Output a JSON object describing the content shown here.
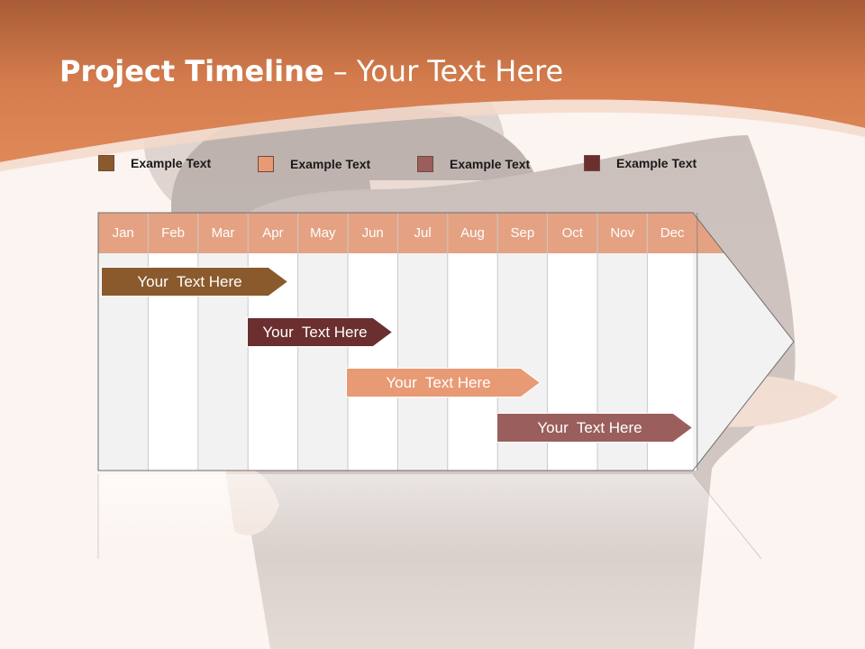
{
  "title": {
    "bold": "Project Timeline",
    "rest": " – Your Text Here"
  },
  "colors": {
    "header": "#d9804f",
    "brown": "#8a5a2c",
    "peach": "#e89a74",
    "mauve": "#9a5f5c",
    "maroon": "#6b2f2f",
    "month_row": "#e4a283"
  },
  "legend": [
    {
      "label": "Example Text",
      "color": "#8a5a2c"
    },
    {
      "label": "Example Text",
      "color": "#e89a74"
    },
    {
      "label": "Example Text",
      "color": "#9a5f5c"
    },
    {
      "label": "Example Text",
      "color": "#6b2f2f"
    }
  ],
  "months": [
    "Jan",
    "Feb",
    "Mar",
    "Apr",
    "May",
    "Jun",
    "Jul",
    "Aug",
    "Sep",
    "Oct",
    "Nov",
    "Dec"
  ],
  "tasks": [
    {
      "label": "Your  Text Here",
      "color": "#8a5a2c"
    },
    {
      "label": "Your  Text Here",
      "color": "#6b2f2f"
    },
    {
      "label": "Your  Text Here",
      "color": "#e89a74"
    },
    {
      "label": "Your  Text Here",
      "color": "#9a5f5c"
    }
  ]
}
